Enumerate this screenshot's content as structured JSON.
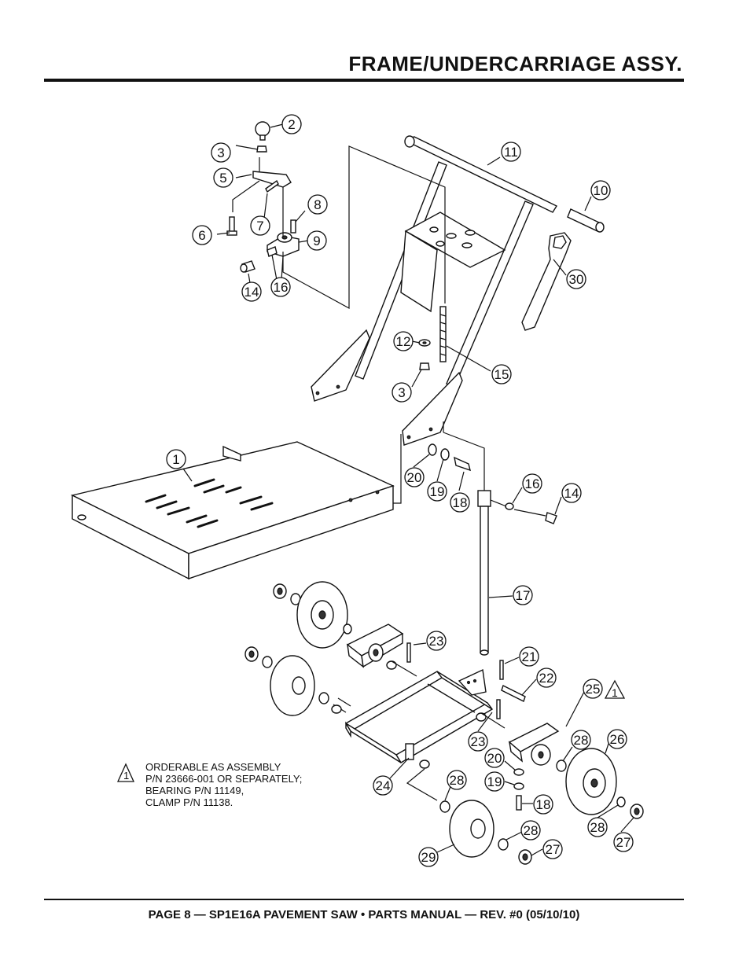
{
  "header": {
    "title": "FRAME/UNDERCARRIAGE ASSY."
  },
  "footer": {
    "text": "PAGE 8 — SP1E16A PAVEMENT SAW • PARTS MANUAL — REV. #0 (05/10/10)"
  },
  "callouts": [
    "1",
    "2",
    "3",
    "3",
    "5",
    "6",
    "7",
    "8",
    "9",
    "10",
    "11",
    "12",
    "14",
    "14",
    "15",
    "16",
    "16",
    "17",
    "18",
    "18",
    "19",
    "19",
    "20",
    "20",
    "21",
    "22",
    "23",
    "23",
    "24",
    "25",
    "26",
    "27",
    "27",
    "28",
    "28",
    "28",
    "28",
    "29",
    "30"
  ],
  "note": {
    "symbol": "1",
    "lines": [
      "ORDERABLE AS ASSEMBLY",
      "P/N 23666-001 OR SEPARATELY;",
      "BEARING P/N 11149,",
      "CLAMP P/N 11138."
    ]
  },
  "flag25": {
    "symbol": "1"
  }
}
